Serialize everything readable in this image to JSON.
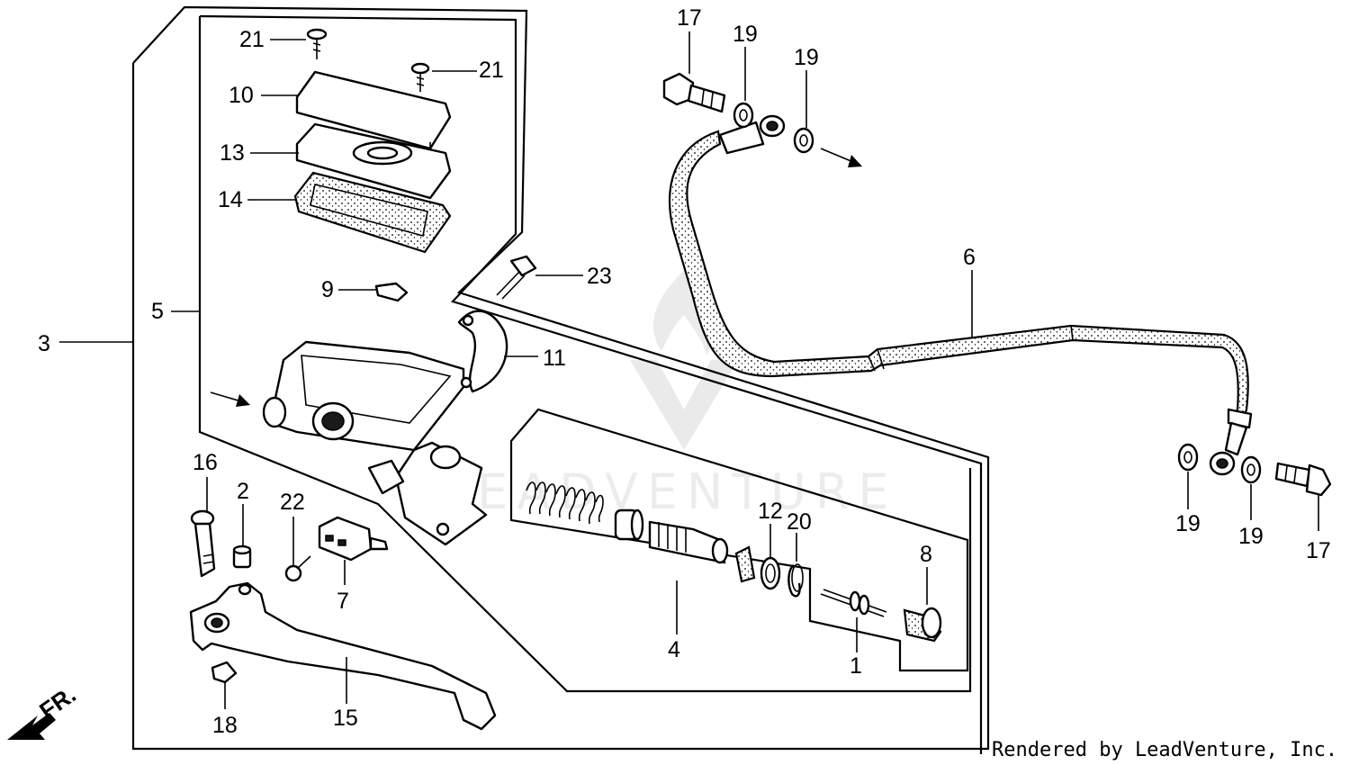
{
  "diagram": {
    "callouts": [
      "1",
      "2",
      "3",
      "4",
      "5",
      "6",
      "7",
      "8",
      "9",
      "10",
      "11",
      "12",
      "13",
      "14",
      "15",
      "16",
      "17",
      "18",
      "19",
      "20",
      "21",
      "22",
      "23"
    ],
    "callout_19": "19",
    "callout_17": "17",
    "callout_21": "21",
    "direction_label": "FR.",
    "watermark": "LEADVENTURE",
    "credit": "Rendered by LeadVenture, Inc."
  }
}
